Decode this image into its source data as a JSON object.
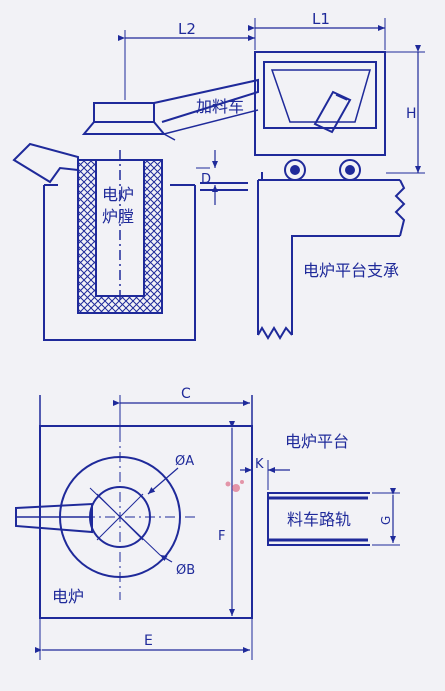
{
  "colors": {
    "ink": "#1f2a9a",
    "paper": "#f2f2f6",
    "stain": "#d84a6a"
  },
  "labels": {
    "l2": "L2",
    "l1": "L1",
    "h": "H",
    "d": "D",
    "feed_car": "加料车",
    "furnace_chamber_1": "电炉",
    "furnace_chamber_2": "炉膛",
    "platform_support": "电炉平台支承",
    "c": "C",
    "phi_a": "ØA",
    "phi_b": "ØB",
    "k": "K",
    "platform": "电炉平台",
    "rail": "料车路轨",
    "g": "G",
    "f": "F",
    "furnace": "电炉",
    "e": "E"
  }
}
